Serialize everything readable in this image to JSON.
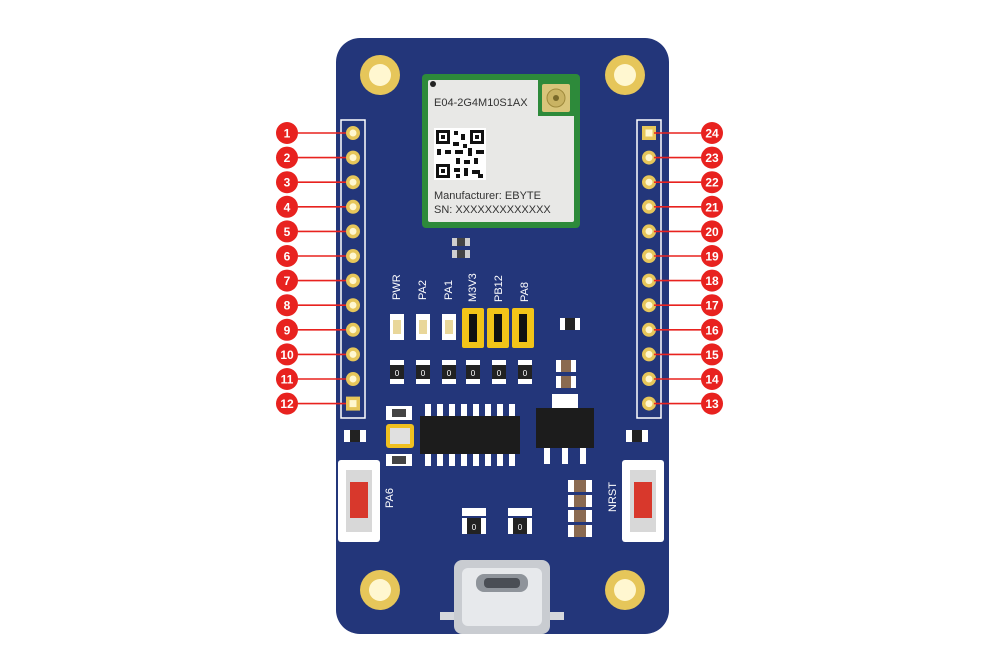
{
  "board": {
    "module": {
      "model": "E04-2G4M10S1AX",
      "manufacturer": "Manufacturer: EBYTE",
      "sn": "SN: XXXXXXXXXXXXX"
    },
    "silkscreen": {
      "pwr": "PWR",
      "pa2": "PA2",
      "pa1": "PA1",
      "m3v3": "M3V3",
      "pb12": "PB12",
      "pa8": "PA8",
      "pa6": "PA6",
      "nrst": "NRST"
    },
    "resistor_marks": [
      "0",
      "0",
      "0",
      "0",
      "0",
      "0",
      "0"
    ]
  },
  "pins_left": [
    "1",
    "2",
    "3",
    "4",
    "5",
    "6",
    "7",
    "8",
    "9",
    "10",
    "11",
    "12"
  ],
  "pins_right": [
    "24",
    "23",
    "22",
    "21",
    "20",
    "19",
    "18",
    "17",
    "16",
    "15",
    "14",
    "13"
  ],
  "colors": {
    "pcb": "#23367a",
    "callout": "#e8221f",
    "module_green": "#2d8a3a",
    "jumper_yellow": "#f2c418",
    "pad_gold": "#e9d79a"
  }
}
